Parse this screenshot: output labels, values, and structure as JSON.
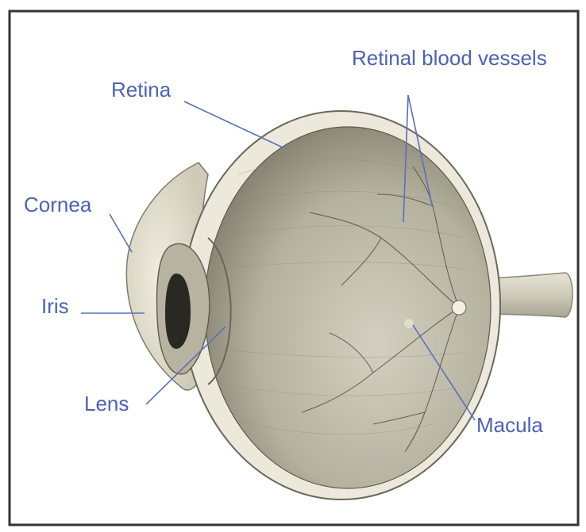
{
  "labels": {
    "retina": "Retina",
    "retinal_blood_vessels": "Retinal blood vessels",
    "cornea": "Cornea",
    "iris": "Iris",
    "lens": "Lens",
    "macula": "Macula"
  },
  "colors": {
    "label_text": "#4a63b8",
    "leader_line": "#5a6fb8",
    "frame_border": "#333333",
    "eyeball_fill": "#c9c6b6",
    "sclera": "#ece9dc"
  }
}
